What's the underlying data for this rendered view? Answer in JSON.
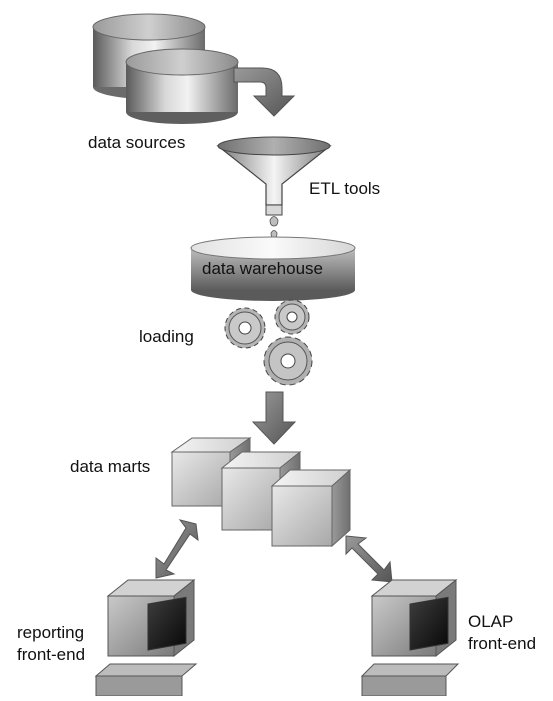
{
  "labels": {
    "data_sources": "data sources",
    "etl_tools": "ETL tools",
    "data_warehouse": "data warehouse",
    "loading": "loading",
    "data_marts": "data marts",
    "reporting_line1": "reporting",
    "reporting_line2": "front-end",
    "olap_line1": "OLAP",
    "olap_line2": "front-end"
  }
}
